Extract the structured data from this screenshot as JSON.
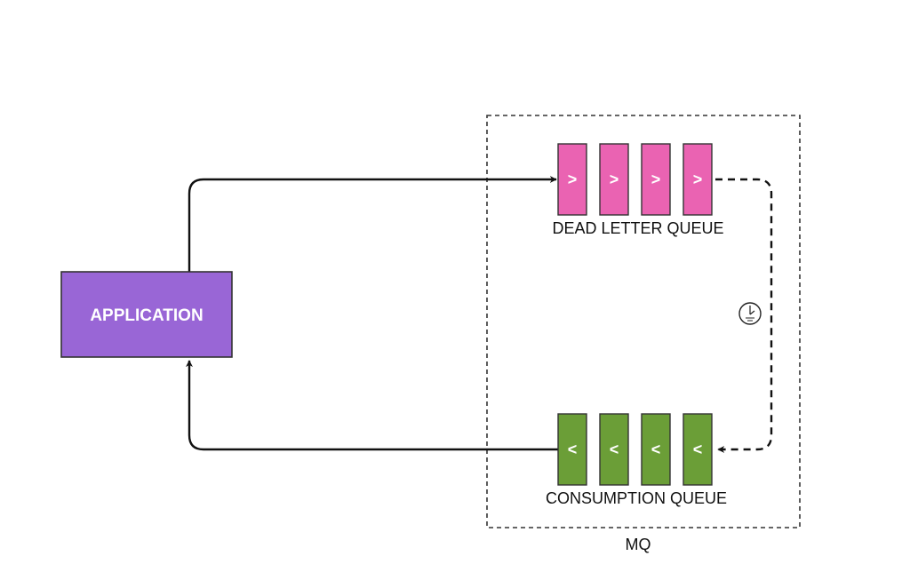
{
  "diagram": {
    "application": {
      "label": "APPLICATION",
      "fill": "#9966d6",
      "stroke": "#333333"
    },
    "dead_letter_queue": {
      "label": "DEAD LETTER QUEUE",
      "fill": "#ea63b2",
      "glyph": ">",
      "message_count": 4
    },
    "consumption_queue": {
      "label": "CONSUMPTION QUEUE",
      "fill": "#6b9e37",
      "glyph": "<",
      "message_count": 4
    },
    "mq": {
      "label": "MQ"
    },
    "timer": {
      "icon": "timer-icon"
    },
    "colors": {
      "edge": "#111111",
      "boundary": "#333333"
    }
  }
}
